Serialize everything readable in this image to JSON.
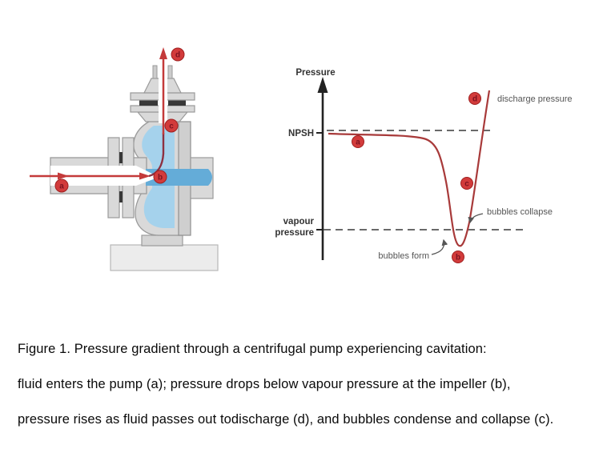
{
  "figure": {
    "caption": {
      "lines": [
        "Figure 1. Pressure gradient through a centrifugal pump experiencing cavitation:",
        "fluid enters the pump (a); pressure drops below vapour pressure at the impeller (b),",
        "pressure rises as fluid passes out todischarge (d), and bubbles condense and collapse (c)."
      ]
    }
  },
  "pump": {
    "markers": [
      {
        "label": "a"
      },
      {
        "label": "b"
      },
      {
        "label": "c"
      },
      {
        "label": "d"
      }
    ]
  },
  "graph": {
    "y_axis_label": "Pressure",
    "npsh_label": "NPSH",
    "vapour_label_line1": "vapour",
    "vapour_label_line2": "pressure",
    "annotations": {
      "discharge_pressure": "discharge pressure",
      "bubbles_collapse": "bubbles collapse",
      "bubbles_form": "bubbles form"
    },
    "markers": [
      {
        "label": "a"
      },
      {
        "label": "b"
      },
      {
        "label": "c"
      },
      {
        "label": "d"
      }
    ]
  },
  "colors": {
    "arrow_red": "#c43a3a",
    "pump_curve_red": "#8e3040",
    "graph_curve_red": "#a83a3a",
    "marker_fill": "#d23b3b",
    "marker_letter": "#7c1220",
    "fluid_light_blue": "#a5d2ec",
    "fluid_dark_blue": "#64acd8",
    "casing_gray": "#d9d9d9",
    "gasket_dark": "#383838",
    "dash_gray": "#555555",
    "axis_black": "#222222"
  },
  "chart_data": {
    "type": "line",
    "ylabel": "Pressure",
    "y_reference_lines": [
      "NPSH",
      "vapour pressure"
    ],
    "annotations": [
      "discharge pressure",
      "bubbles collapse",
      "bubbles form"
    ],
    "point_labels": [
      "a",
      "b",
      "c",
      "d"
    ],
    "series": [
      {
        "name": "pressure through pump",
        "qualitative_points": [
          {
            "x_fraction": 0.0,
            "pressure": "at NPSH line (inlet, a)"
          },
          {
            "x_fraction": 0.55,
            "pressure": "slightly below NPSH"
          },
          {
            "x_fraction": 0.77,
            "pressure": "minimum, below vapour pressure (b, bubbles form)"
          },
          {
            "x_fraction": 0.86,
            "pressure": "crosses vapour pressure rising (bubbles collapse, c)"
          },
          {
            "x_fraction": 0.96,
            "pressure": "maximum discharge pressure (d)"
          }
        ]
      }
    ]
  }
}
